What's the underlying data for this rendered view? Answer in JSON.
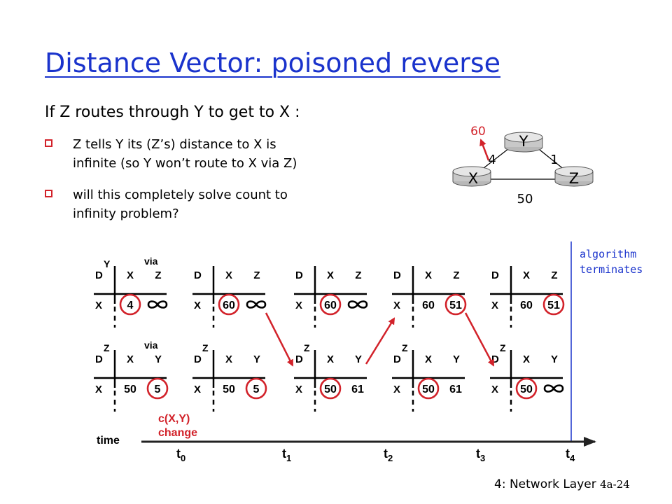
{
  "slide": {
    "title": "Distance Vector: poisoned reverse",
    "intro": "If Z routes through Y to get to X :",
    "bullets": [
      {
        "line1": "Z tells Y its (Z’s) distance to X is",
        "line2": "infinite (so Y won’t route to X via Z)"
      },
      {
        "line1": "will this completely solve count to",
        "line2": "infinity problem?"
      }
    ],
    "footer": {
      "chapter": "4: Network Layer",
      "page": "4a-24"
    }
  },
  "network": {
    "nodes": {
      "x": "X",
      "y": "Y",
      "z": "Z"
    },
    "costs": {
      "xy_new": "60",
      "xy_old": "4",
      "yz": "1",
      "xz": "50"
    }
  },
  "tables": {
    "header_dest": "D",
    "via": "via",
    "row_label": "X",
    "infinity": "∞",
    "y_tables": [
      {
        "node": "Y",
        "cols": [
          "X",
          "Z"
        ],
        "vals": [
          "4",
          "∞"
        ],
        "circled": 0
      },
      {
        "cols": [
          "X",
          "Z"
        ],
        "vals": [
          "60",
          "∞"
        ],
        "circled": 0
      },
      {
        "cols": [
          "X",
          "Z"
        ],
        "vals": [
          "60",
          "∞"
        ],
        "circled": 0
      },
      {
        "cols": [
          "X",
          "Z"
        ],
        "vals": [
          "60",
          "51"
        ],
        "circled": 1
      },
      {
        "cols": [
          "X",
          "Z"
        ],
        "vals": [
          "60",
          "51"
        ],
        "circled": 1
      }
    ],
    "z_tables": [
      {
        "node": "Z",
        "cols": [
          "X",
          "Y"
        ],
        "vals": [
          "50",
          "5"
        ],
        "circled": 1
      },
      {
        "node": "Z",
        "cols": [
          "X",
          "Y"
        ],
        "vals": [
          "50",
          "5"
        ],
        "circled": 1
      },
      {
        "node": "Z",
        "cols": [
          "X",
          "Y"
        ],
        "vals": [
          "50",
          "61"
        ],
        "circled": 0
      },
      {
        "node": "Z",
        "cols": [
          "X",
          "Y"
        ],
        "vals": [
          "50",
          "61"
        ],
        "circled": 0
      },
      {
        "node": "Z",
        "cols": [
          "X",
          "Y"
        ],
        "vals": [
          "50",
          "∞"
        ],
        "circled": 0
      }
    ]
  },
  "timeline": {
    "label": "time",
    "change_label_1": "c(X,Y)",
    "change_label_2": "change",
    "ticks": [
      {
        "t": "t",
        "sub": "0"
      },
      {
        "t": "t",
        "sub": "1"
      },
      {
        "t": "t",
        "sub": "2"
      },
      {
        "t": "t",
        "sub": "3"
      },
      {
        "t": "t",
        "sub": "4"
      }
    ],
    "termination_line1": "algorithm",
    "termination_line2": "terminates"
  },
  "colors": {
    "title": "#1a33cc",
    "accent": "#d2222a",
    "termination": "#1a33cc"
  }
}
